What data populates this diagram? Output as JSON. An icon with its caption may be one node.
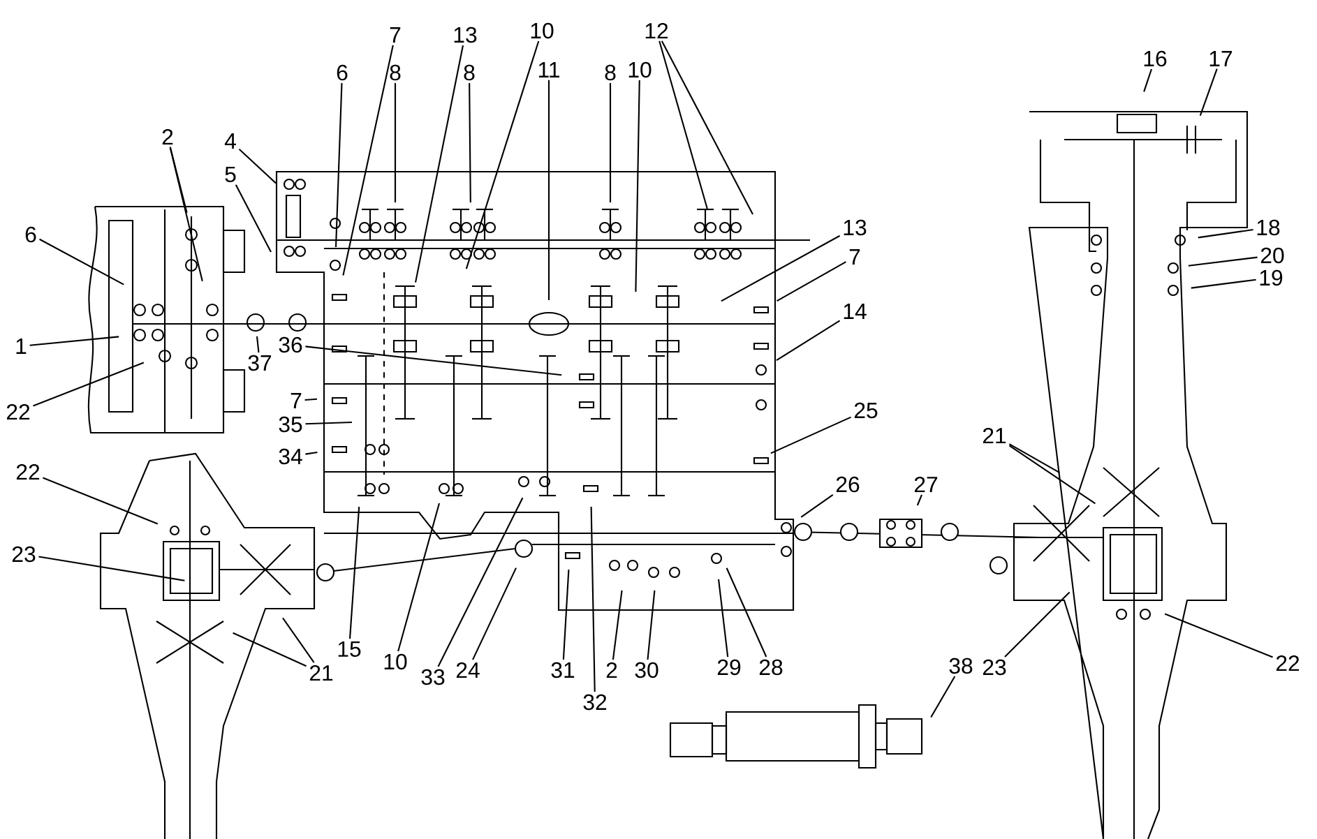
{
  "diagram": {
    "nodes": [
      {
        "text": [
          "7"
        ]
      },
      {
        "text": [
          "13"
        ]
      },
      {
        "text": [
          "10"
        ]
      },
      {
        "text": [
          "12"
        ]
      },
      {
        "text": [
          "6"
        ]
      },
      {
        "text": [
          "8"
        ]
      },
      {
        "text": [
          "8"
        ]
      },
      {
        "text": [
          "11"
        ]
      },
      {
        "text": [
          "8"
        ]
      },
      {
        "text": [
          "10"
        ]
      },
      {
        "text": [
          "16"
        ]
      },
      {
        "text": [
          "17"
        ]
      },
      {
        "text": [
          "2"
        ]
      },
      {
        "text": [
          "4"
        ]
      },
      {
        "text": [
          "5"
        ]
      },
      {
        "text": [
          "6"
        ]
      },
      {
        "text": [
          "13"
        ]
      },
      {
        "text": [
          "18"
        ]
      },
      {
        "text": [
          "7"
        ]
      },
      {
        "text": [
          "20"
        ]
      },
      {
        "text": [
          "19"
        ]
      },
      {
        "text": [
          "14"
        ]
      },
      {
        "text": [
          "1"
        ]
      },
      {
        "text": [
          "37"
        ]
      },
      {
        "text": [
          "36"
        ]
      },
      {
        "text": [
          "22"
        ]
      },
      {
        "text": [
          "7"
        ]
      },
      {
        "text": [
          "25"
        ]
      },
      {
        "text": [
          "35"
        ]
      },
      {
        "text": [
          "34"
        ]
      },
      {
        "text": [
          "21"
        ]
      },
      {
        "text": [
          "22"
        ]
      },
      {
        "text": [
          "26"
        ]
      },
      {
        "text": [
          "27"
        ]
      },
      {
        "text": [
          "23"
        ]
      },
      {
        "text": [
          "15"
        ]
      },
      {
        "text": [
          "10"
        ]
      },
      {
        "text": [
          "21"
        ]
      },
      {
        "text": [
          "33"
        ]
      },
      {
        "text": [
          "24"
        ]
      },
      {
        "text": [
          "31"
        ]
      },
      {
        "text": [
          "2"
        ]
      },
      {
        "text": [
          "30"
        ]
      },
      {
        "text": [
          "29"
        ]
      },
      {
        "text": [
          "28"
        ]
      },
      {
        "text": [
          "38"
        ]
      },
      {
        "text": [
          "23"
        ]
      },
      {
        "text": [
          "22"
        ]
      },
      {
        "text": [
          "32"
        ]
      }
    ],
    "edges": [
      {
        "from": 0,
        "to": null,
        "arrow": "none"
      },
      {
        "from": 1,
        "to": null,
        "arrow": "none"
      },
      {
        "from": 2,
        "to": null,
        "arrow": "none"
      },
      {
        "from": 3,
        "to": null,
        "arrow": "none"
      },
      {
        "from": 3,
        "to": null,
        "arrow": "none"
      },
      {
        "from": 4,
        "to": null,
        "arrow": "none"
      },
      {
        "from": 5,
        "to": null,
        "arrow": "none"
      },
      {
        "from": 6,
        "to": null,
        "arrow": "none"
      },
      {
        "from": 7,
        "to": null,
        "arrow": "none"
      },
      {
        "from": 8,
        "to": null,
        "arrow": "none"
      },
      {
        "from": 9,
        "to": null,
        "arrow": "none"
      },
      {
        "from": 10,
        "to": null,
        "arrow": "none"
      },
      {
        "from": 11,
        "to": null,
        "arrow": "none"
      },
      {
        "from": 12,
        "to": null,
        "arrow": "none"
      },
      {
        "from": 12,
        "to": null,
        "arrow": "none"
      },
      {
        "from": 13,
        "to": null,
        "arrow": "none"
      },
      {
        "from": 14,
        "to": null,
        "arrow": "none"
      },
      {
        "from": 15,
        "to": null,
        "arrow": "none"
      },
      {
        "from": 16,
        "to": null,
        "arrow": "none"
      },
      {
        "from": 17,
        "to": null,
        "arrow": "none"
      },
      {
        "from": 18,
        "to": null,
        "arrow": "none"
      },
      {
        "from": 19,
        "to": null,
        "arrow": "none"
      },
      {
        "from": 20,
        "to": null,
        "arrow": "none"
      },
      {
        "from": 21,
        "to": null,
        "arrow": "none"
      },
      {
        "from": 22,
        "to": null,
        "arrow": "none"
      },
      {
        "from": 23,
        "to": null,
        "arrow": "none"
      },
      {
        "from": 24,
        "to": null,
        "arrow": "none"
      },
      {
        "from": 25,
        "to": null,
        "arrow": "none"
      },
      {
        "from": 26,
        "to": null,
        "arrow": "none"
      },
      {
        "from": 27,
        "to": null,
        "arrow": "none"
      },
      {
        "from": 28,
        "to": null,
        "arrow": "none"
      },
      {
        "from": 29,
        "to": null,
        "arrow": "none"
      },
      {
        "from": 30,
        "to": null,
        "arrow": "none"
      },
      {
        "from": 30,
        "to": null,
        "arrow": "none"
      },
      {
        "from": 31,
        "to": null,
        "arrow": "none"
      },
      {
        "from": 32,
        "to": null,
        "arrow": "none"
      },
      {
        "from": 33,
        "to": null,
        "arrow": "none"
      },
      {
        "from": 34,
        "to": null,
        "arrow": "none"
      },
      {
        "from": 35,
        "to": null,
        "arrow": "none"
      },
      {
        "from": 36,
        "to": null,
        "arrow": "none"
      },
      {
        "from": 37,
        "to": null,
        "arrow": "none"
      },
      {
        "from": 37,
        "to": null,
        "arrow": "none"
      },
      {
        "from": 38,
        "to": null,
        "arrow": "none"
      },
      {
        "from": 39,
        "to": null,
        "arrow": "none"
      },
      {
        "from": 40,
        "to": null,
        "arrow": "none"
      },
      {
        "from": 41,
        "to": null,
        "arrow": "none"
      },
      {
        "from": 42,
        "to": null,
        "arrow": "none"
      },
      {
        "from": 43,
        "to": null,
        "arrow": "none"
      },
      {
        "from": 44,
        "to": null,
        "arrow": "none"
      },
      {
        "from": 45,
        "to": null,
        "arrow": "none"
      },
      {
        "from": 46,
        "to": null,
        "arrow": "none"
      },
      {
        "from": 47,
        "to": null,
        "arrow": "none"
      },
      {
        "from": 48,
        "to": null,
        "arrow": "none"
      }
    ]
  }
}
